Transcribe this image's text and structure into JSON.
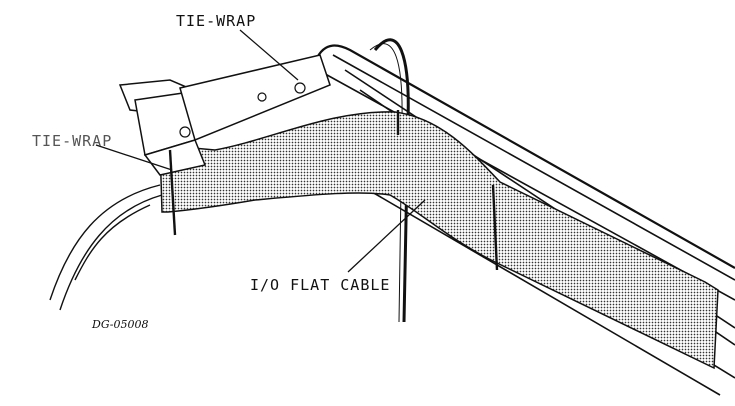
{
  "labels": {
    "tie_wrap_top": "TIE-WRAP",
    "tie_wrap_left": "TIE-WRAP",
    "cable": "I/O FLAT CABLE",
    "drawing_id": "DG-05008"
  },
  "colors": {
    "ink": "#111111",
    "cable_fill": "#bdbdbd",
    "paper": "#ffffff"
  }
}
